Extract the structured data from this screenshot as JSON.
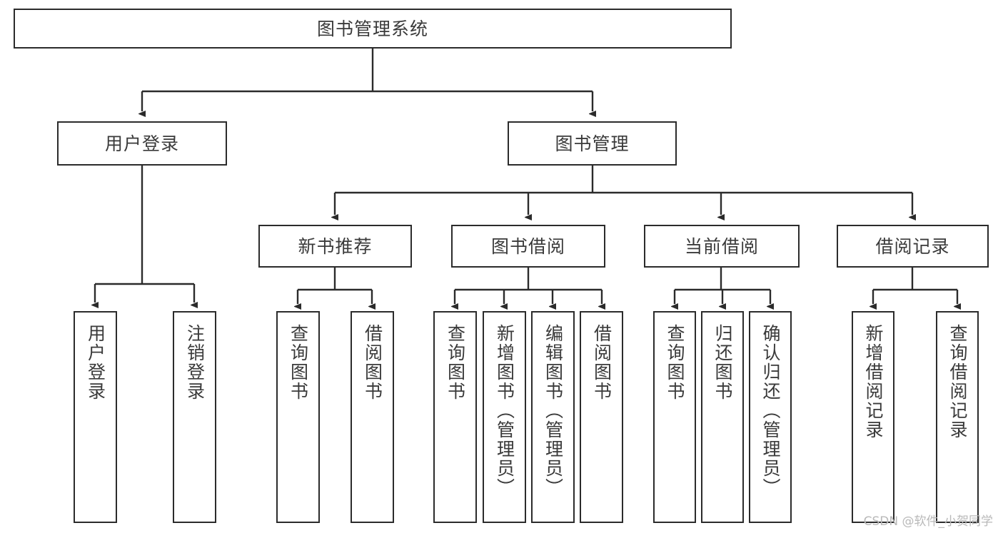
{
  "diagram": {
    "title": "图书管理系统",
    "watermark": "CSDN @软件_小贺同学",
    "line_color": "#2b2b2b",
    "text_color": "#3a3a3a",
    "background": "#ffffff"
  },
  "root": {
    "label": "图书管理系统"
  },
  "level2": [
    {
      "label": "用户登录"
    },
    {
      "label": "图书管理"
    }
  ],
  "level3": [
    {
      "label": "新书推荐"
    },
    {
      "label": "图书借阅"
    },
    {
      "label": "当前借阅"
    },
    {
      "label": "借阅记录"
    }
  ],
  "leaves": {
    "user_login": [
      {
        "label": "用户登录"
      },
      {
        "label": "注销登录"
      }
    ],
    "new_book": [
      {
        "label": "查询图书"
      },
      {
        "label": "借阅图书"
      }
    ],
    "book_borrow": [
      {
        "label": "查询图书"
      },
      {
        "label": "新增图书（管理员）"
      },
      {
        "label": "编辑图书（管理员）"
      },
      {
        "label": "借阅图书"
      }
    ],
    "current_borrow": [
      {
        "label": "查询图书"
      },
      {
        "label": "归还图书"
      },
      {
        "label": "确认归还（管理员）"
      }
    ],
    "borrow_record": [
      {
        "label": "新增借阅记录"
      },
      {
        "label": "查询借阅记录"
      }
    ]
  }
}
